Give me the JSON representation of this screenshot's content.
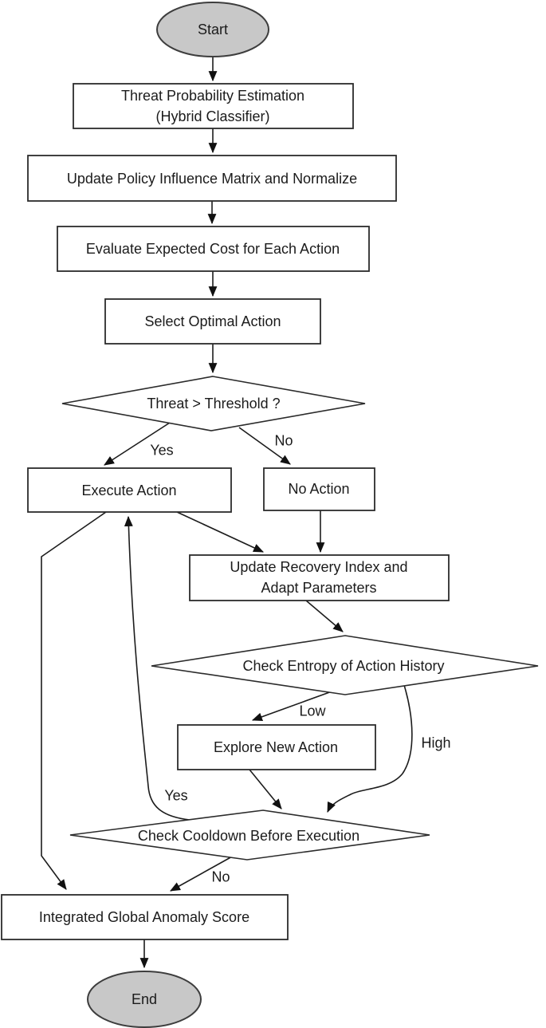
{
  "flowchart": {
    "nodes": {
      "start": {
        "type": "terminator",
        "label": "Start"
      },
      "threat_estimation": {
        "type": "process",
        "label": "Threat Probability Estimation\n(Hybrid Classifier)"
      },
      "update_policy": {
        "type": "process",
        "label": "Update Policy Influence Matrix and Normalize"
      },
      "evaluate_cost": {
        "type": "process",
        "label": "Evaluate Expected Cost for Each Action"
      },
      "select_action": {
        "type": "process",
        "label": "Select Optimal Action"
      },
      "threat_threshold": {
        "type": "decision",
        "label": "Threat > Threshold ?"
      },
      "execute_action": {
        "type": "process",
        "label": "Execute Action"
      },
      "no_action": {
        "type": "process",
        "label": "No Action"
      },
      "update_recovery": {
        "type": "process",
        "label": "Update Recovery Index and\nAdapt Parameters"
      },
      "check_entropy": {
        "type": "decision",
        "label": "Check Entropy of Action History"
      },
      "explore_new": {
        "type": "process",
        "label": "Explore New Action"
      },
      "check_cooldown": {
        "type": "decision",
        "label": "Check Cooldown Before Execution"
      },
      "global_score": {
        "type": "process",
        "label": "Integrated Global Anomaly Score"
      },
      "end": {
        "type": "terminator",
        "label": "End"
      }
    },
    "edge_labels": {
      "threshold_yes": "Yes",
      "threshold_no": "No",
      "entropy_low": "Low",
      "entropy_high": "High",
      "cooldown_yes": "Yes",
      "cooldown_no": "No"
    },
    "colors": {
      "terminator_fill": "#c8c8c8",
      "process_fill": "#ffffff",
      "stroke": "#2b2b2b",
      "line": "#1c1c1c",
      "background": "#ffffff"
    }
  }
}
